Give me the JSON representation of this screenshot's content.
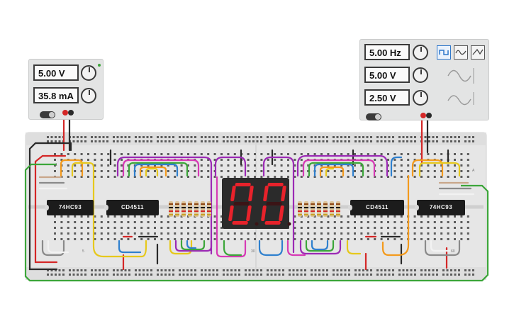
{
  "power_supply": {
    "voltage": "5.00 V",
    "current": "35.8 mA"
  },
  "function_generator": {
    "frequency": "5.00 Hz",
    "amplitude": "5.00 V",
    "dc_offset": "2.50 V",
    "waveforms": [
      "square",
      "triangle",
      "sine"
    ],
    "selected_waveform": "square"
  },
  "chips": {
    "counter_left": "74HC93",
    "decoder_left": "CD4511",
    "decoder_right": "CD4511",
    "counter_right": "74HC93"
  },
  "display": {
    "digits": [
      "0",
      "0"
    ],
    "segment_on_color": "#e8222b",
    "segment_off_color": "#3b1416",
    "body_color": "#2b2b2b"
  },
  "breadboard": {
    "column_labels": [
      "1",
      "5",
      "30",
      "60"
    ],
    "row_labels": [
      "A"
    ]
  },
  "colors": {
    "breadboard": "#e6e6e6",
    "wire_red": "#d42727",
    "wire_black": "#2a2a2a",
    "wire_green": "#3ca63a",
    "wire_orange": "#f39a1c",
    "wire_purple": "#9c2ab5",
    "wire_blue": "#2f80ce"
  }
}
